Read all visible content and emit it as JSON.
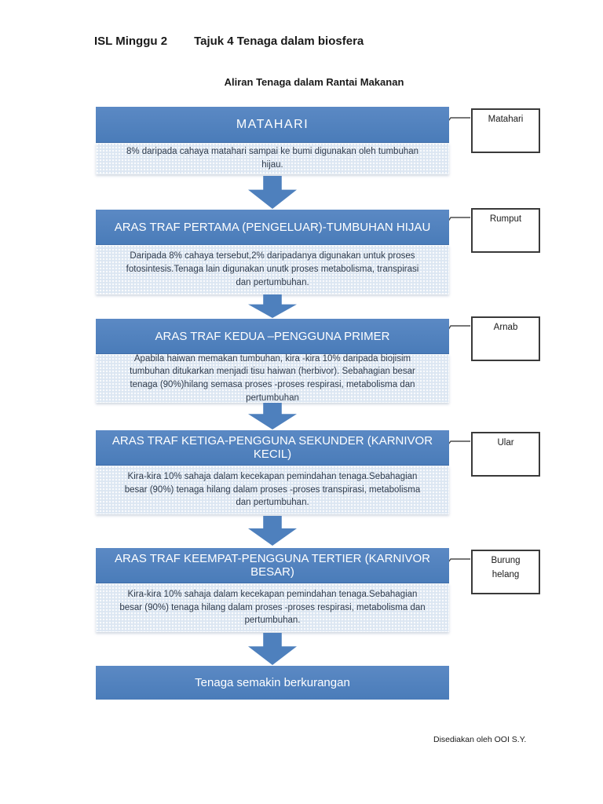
{
  "header": {
    "title_left": "ISL Minggu 2",
    "title_right": "Tajuk 4 Tenaga dalam biosfera",
    "subtitle": "Aliran Tenaga dalam Rantai Makanan"
  },
  "diagram": {
    "levels": [
      {
        "title": "MATAHARI",
        "description": "8% daripada cahaya matahari sampai ke bumi digunakan oleh tumbuhan hijau.",
        "callout_label": "Matahari"
      },
      {
        "title": "ARAS TRAF PERTAMA (PENGELUAR)-TUMBUHAN HIJAU",
        "description": "Daripada 8% cahaya tersebut,2% daripadanya digunakan untuk proses fotosintesis.Tenaga lain digunakan unutk proses metabolisma, transpirasi dan pertumbuhan.",
        "callout_label": "Rumput"
      },
      {
        "title": "ARAS TRAF KEDUA –PENGGUNA PRIMER",
        "description": "Apabila haiwan memakan tumbuhan, kira -kira 10% daripada biojisim tumbuhan ditukarkan menjadi tisu haiwan (herbivor). Sebahagian besar tenaga (90%)hilang semasa proses -proses respirasi, metabolisma dan pertumbuhan",
        "callout_label": "Arnab"
      },
      {
        "title": "ARAS TRAF KETIGA-PENGGUNA SEKUNDER (KARNIVOR KECIL)",
        "description": "Kira-kira 10% sahaja dalam kecekapan pemindahan tenaga.Sebahagian besar (90%) tenaga hilang dalam proses -proses transpirasi, metabolisma dan pertumbuhan.",
        "callout_label": "Ular"
      },
      {
        "title": "ARAS TRAF KEEMPAT-PENGGUNA TERTIER (KARNIVOR BESAR)",
        "description": "Kira-kira 10% sahaja dalam kecekapan pemindahan tenaga.Sebahagian besar (90%) tenaga hilang dalam proses -proses respirasi, metabolisma dan pertumbuhan.",
        "callout_label": "Burung helang"
      }
    ],
    "conclusion": "Tenaga semakin berkurangan"
  },
  "footer": {
    "credit": "Disediakan oleh OOI S.Y."
  },
  "colors": {
    "header_blue": "#4e80bd",
    "body_bg": "#dce6f2",
    "arrow_blue": "#4e80bd",
    "callout_border": "#3a3a3a"
  }
}
